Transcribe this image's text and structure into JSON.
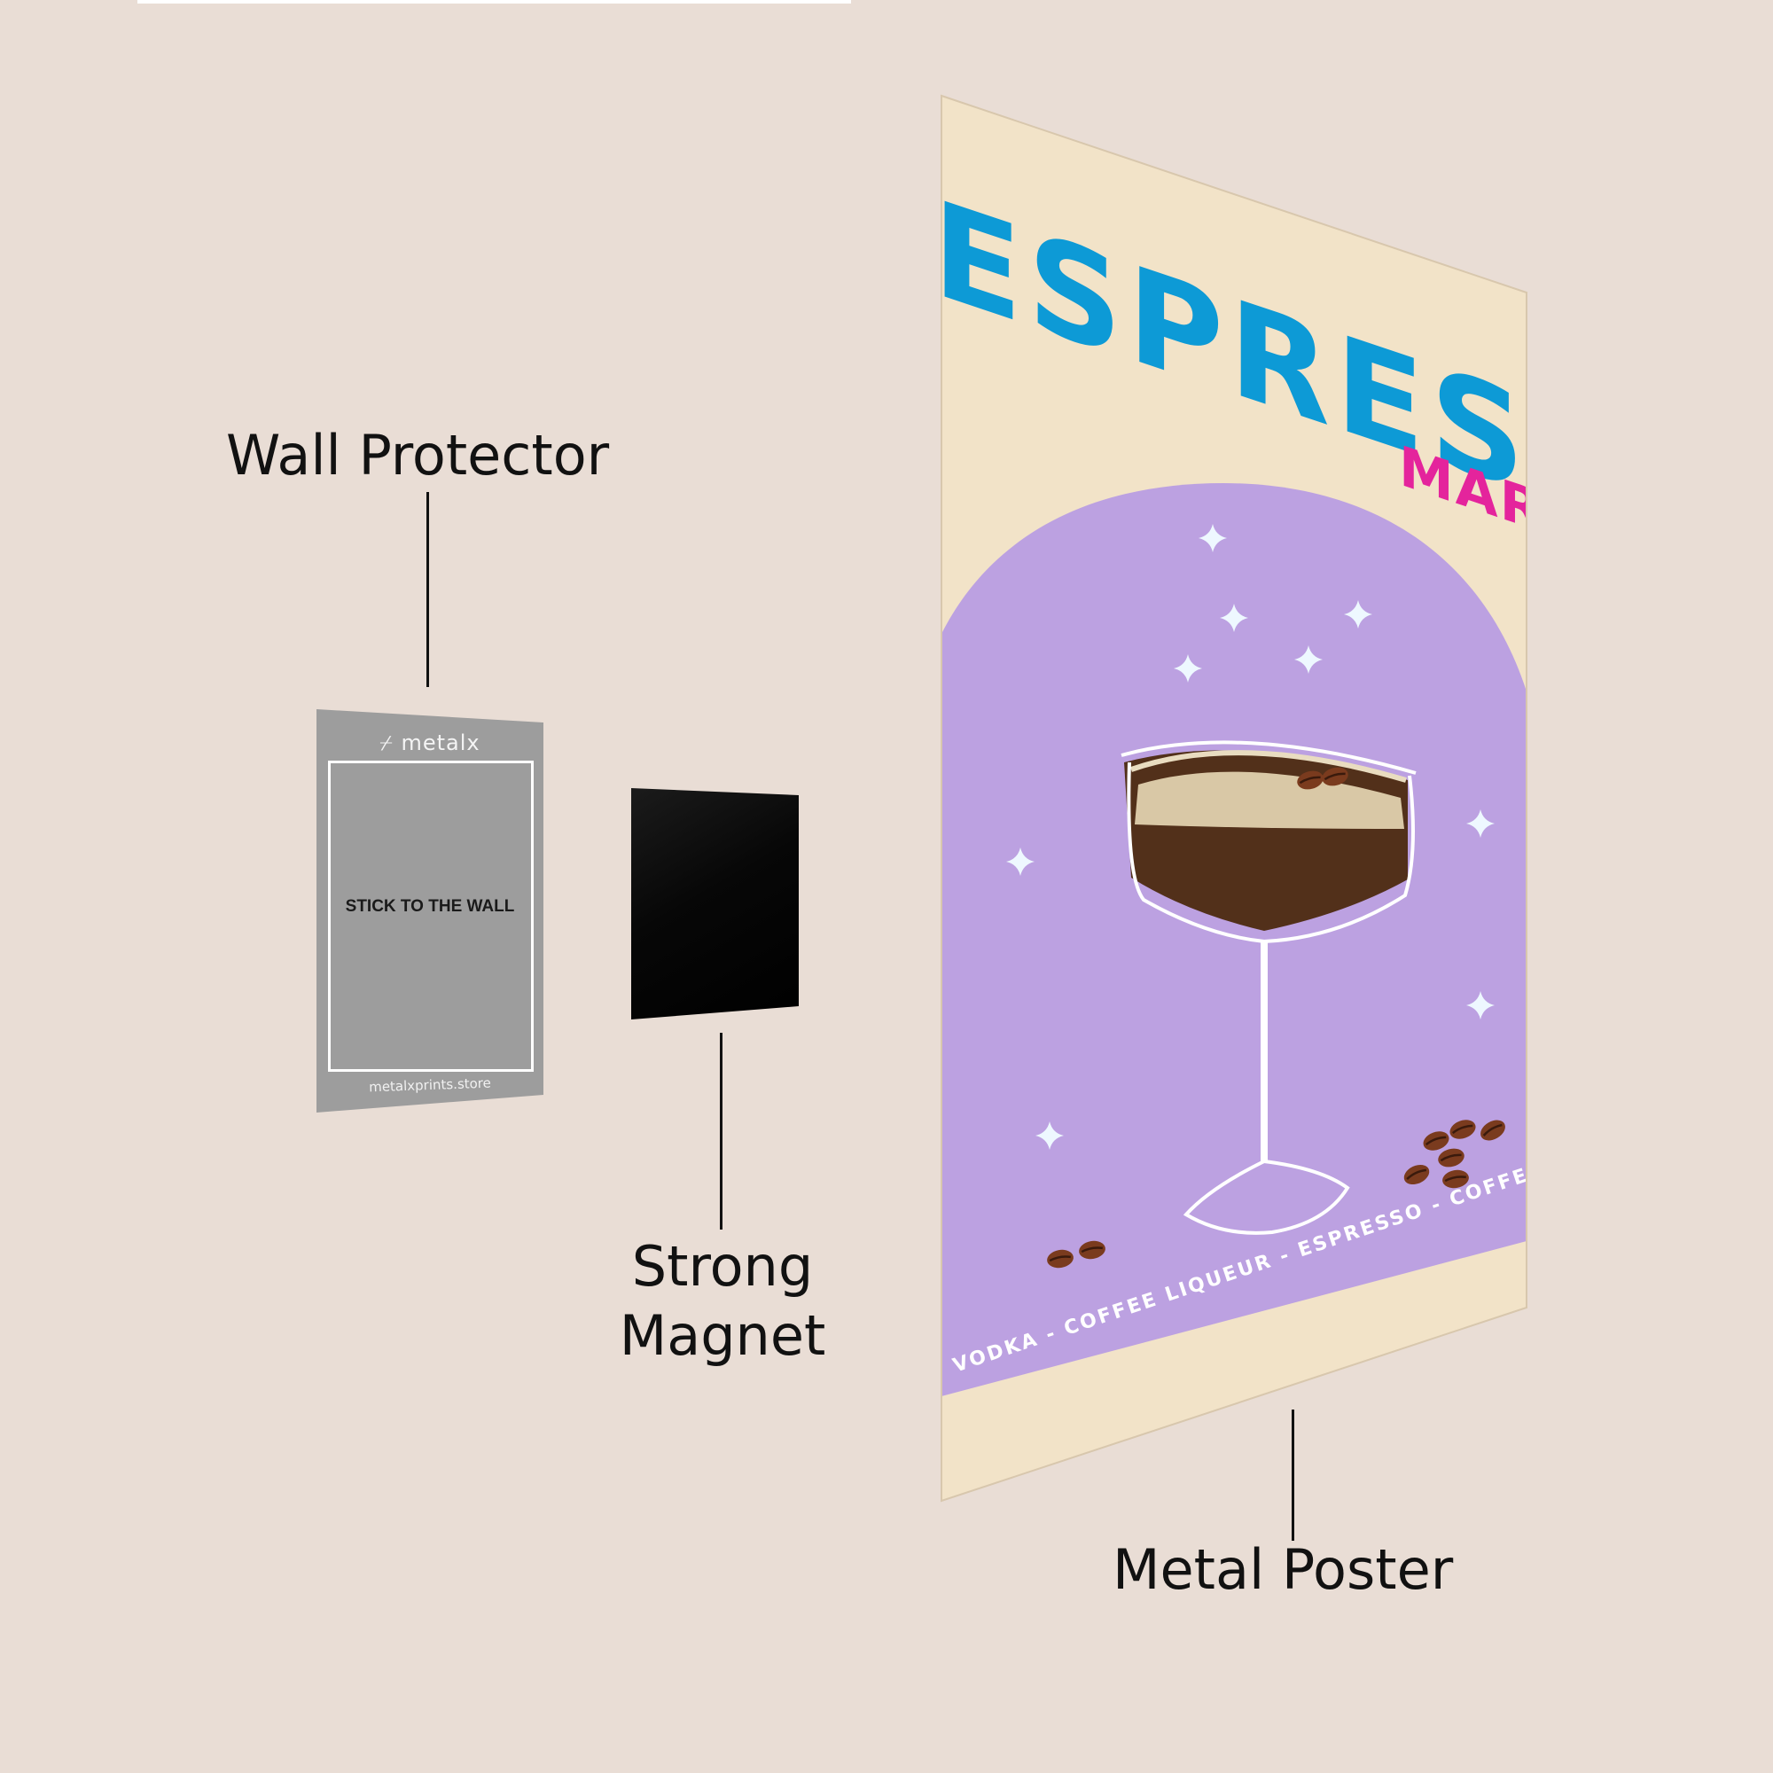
{
  "labels": {
    "wall_protector": "Wall Protector",
    "strong_magnet_line1": "Strong",
    "strong_magnet_line2": "Magnet",
    "metal_poster": "Metal Poster"
  },
  "wall_protector_card": {
    "logo": "metalx",
    "instruction": "STICK TO THE WALL",
    "website": "metalxprints.store"
  },
  "poster": {
    "title": "ESPRESSO",
    "subtitle": "MART",
    "ingredients": "VODKA - COFFEE LIQUEUR - ESPRESSO - COFFEE BEANS - SIMPLE SYRUP"
  },
  "colors": {
    "background": "#e9ddd5",
    "poster_cream": "#f2e3c8",
    "poster_purple": "#bca1e1",
    "title_blue": "#0d9ad6",
    "subtitle_pink": "#e4249c",
    "espresso_brown": "#52301a",
    "foam": "#d9c8a6",
    "protector_gray": "#9d9d9d",
    "magnet_black": "#050505"
  },
  "icons": [
    "sparkle-icon",
    "coffee-bean-icon",
    "martini-glass-icon"
  ]
}
